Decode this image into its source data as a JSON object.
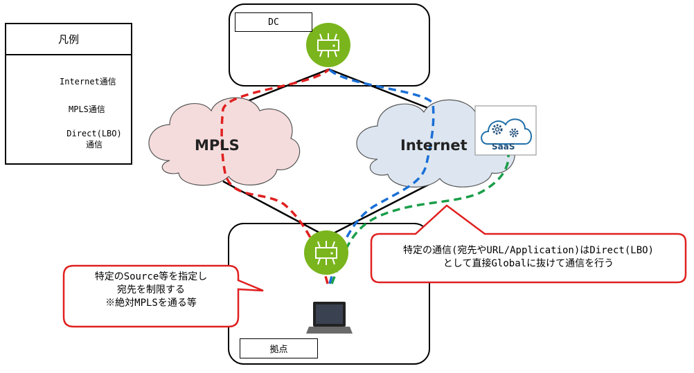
{
  "legend": {
    "title": "凡例",
    "items": [
      {
        "label": "Internet通信",
        "color": "#1a6fd6"
      },
      {
        "label": "MPLS通信",
        "color": "#e02020"
      },
      {
        "label": "Direct(LBO)\n通信",
        "label_line1": "Direct(LBO)",
        "label_line2": "通信",
        "color": "#1a9e4a"
      }
    ]
  },
  "sites": {
    "dc_label": "DC",
    "branch_label": "拠点"
  },
  "clouds": {
    "mpls_label": "MPLS",
    "internet_label": "Internet",
    "saas_label": "SaaS"
  },
  "callouts": {
    "left_line1": "特定のSource等を指定し",
    "left_line2": "宛先を制限する",
    "left_line3": "※絶対MPLSを通る等",
    "right_line1": "特定の通信(宛先やURL/Application)はDirect(LBO)",
    "right_line2": "として直接Globalに抜けて通信を行う"
  },
  "colors": {
    "router_green": "#7ab51d",
    "mpls_cloud": "#f5dcdc",
    "internet_cloud": "#dde6f0",
    "callout_border": "#e02020",
    "internet": "#1a6fd6",
    "mpls": "#e02020",
    "direct": "#1a9e4a"
  }
}
